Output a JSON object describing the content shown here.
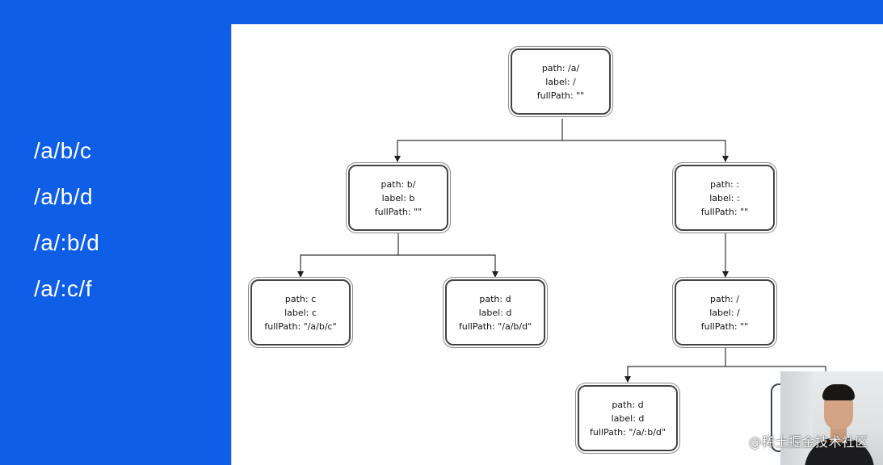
{
  "routes": [
    "/a/b/c",
    "/a/b/d",
    "/a/:b/d",
    "/a/:c/f"
  ],
  "nodes": {
    "root": {
      "path": "path: /a/",
      "label": "label: /",
      "fullPath": "fullPath: \"\""
    },
    "b": {
      "path": "path: b/",
      "label": "label: b",
      "fullPath": "fullPath: \"\""
    },
    "colon": {
      "path": "path: :",
      "label": "label: :",
      "fullPath": "fullPath: \"\""
    },
    "c": {
      "path": "path: c",
      "label": "label: c",
      "fullPath": "fullPath: \"/a/b/c\""
    },
    "d": {
      "path": "path: d",
      "label": "label: d",
      "fullPath": "fullPath: \"/a/b/d\""
    },
    "slash": {
      "path": "path: /",
      "label": "label: /",
      "fullPath": "fullPath: \"\""
    },
    "d2": {
      "path": "path: d",
      "label": "label: d",
      "fullPath": "fullPath: \"/a/:b/d\""
    }
  },
  "watermark": "@稀土掘金技术社区",
  "colors": {
    "background": "#0f5ee8",
    "canvas": "#ffffff",
    "edge": "#333333"
  }
}
